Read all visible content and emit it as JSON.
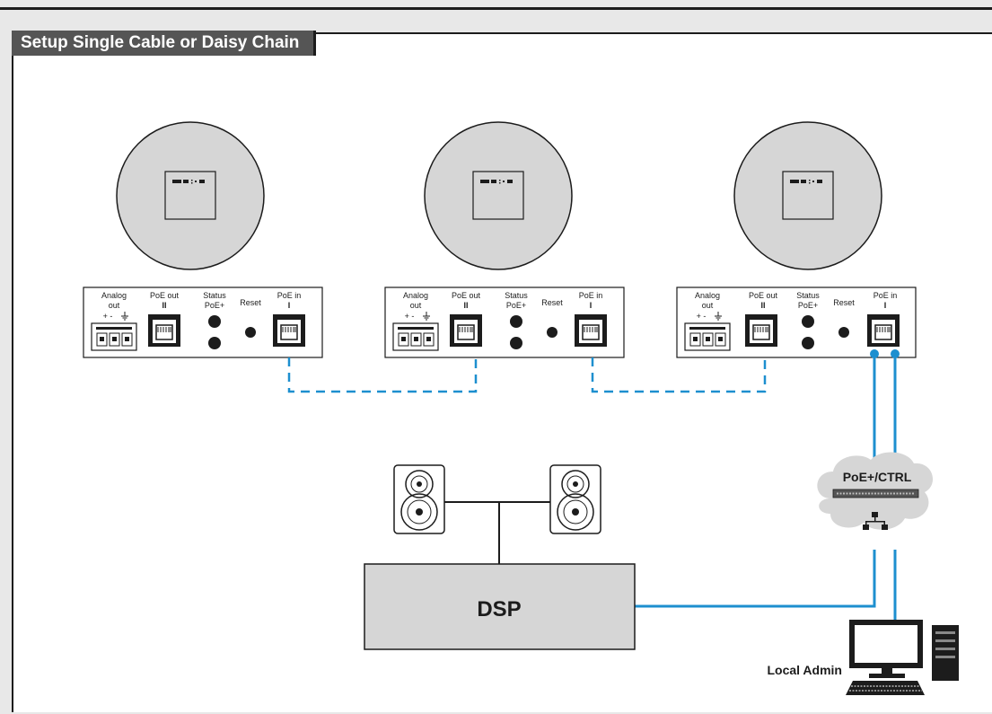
{
  "title": "Setup Single Cable or Daisy Chain",
  "units": [
    {
      "id": "left",
      "analog": "Analog",
      "out": "out",
      "terminals": "+  -",
      "poe_out": "PoE out",
      "poe_out_num": "II",
      "status": "Status",
      "status2": "PoE+",
      "reset": "Reset",
      "poe_in": "PoE in",
      "poe_in_num": "I"
    },
    {
      "id": "middle",
      "analog": "Analog",
      "out": "out",
      "terminals": "+  -",
      "poe_out": "PoE out",
      "poe_out_num": "II",
      "status": "Status",
      "status2": "PoE+",
      "reset": "Reset",
      "poe_in": "PoE in",
      "poe_in_num": "I"
    },
    {
      "id": "right",
      "analog": "Analog",
      "out": "out",
      "terminals": "+  -",
      "poe_out": "PoE out",
      "poe_out_num": "II",
      "status": "Status",
      "status2": "PoE+",
      "reset": "Reset",
      "poe_in": "PoE in",
      "poe_in_num": "I"
    }
  ],
  "switch_label": "PoE+/CTRL",
  "dsp_label": "DSP",
  "admin_label": "Local Admin",
  "colors": {
    "cable": "#1d8fcf",
    "dark": "#1c1c1c",
    "gray": "#d6d6d6",
    "titlebar": "#555555"
  },
  "icons": {
    "speaker": "speaker-icon",
    "switch": "network-switch-icon",
    "network": "network-icon",
    "computer": "computer-icon",
    "tower": "pc-tower-icon"
  }
}
